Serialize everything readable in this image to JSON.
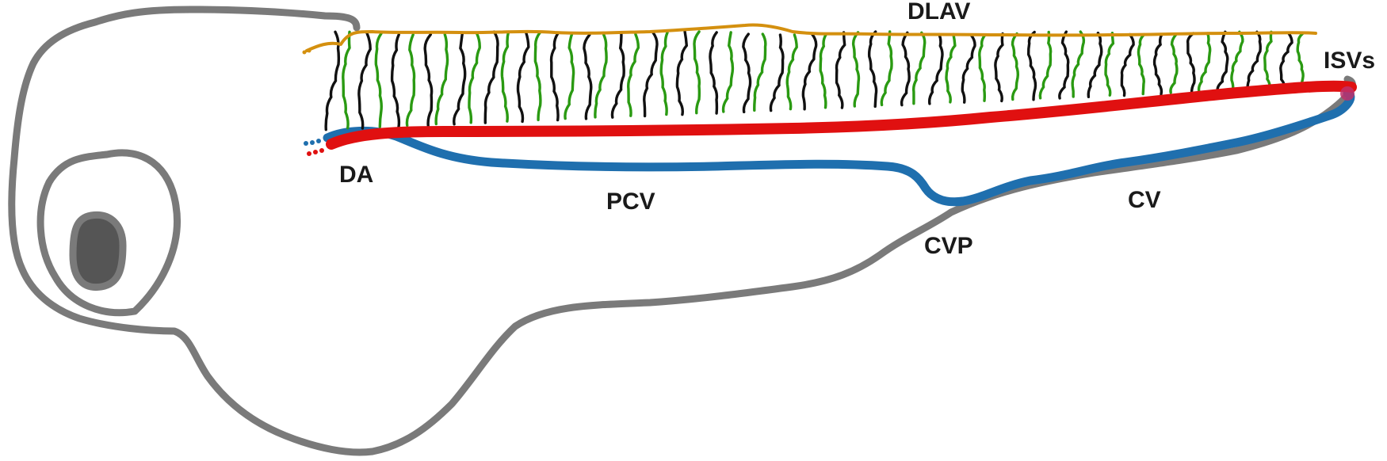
{
  "labels": {
    "dlav": "DLAV",
    "isvs": "ISVs",
    "da": "DA",
    "pcv": "PCV",
    "cv": "CV",
    "cvp": "CVP"
  },
  "colors": {
    "body_outline": "#7a7a7a",
    "eye_pupil": "#555555",
    "dlav": "#d4900f",
    "artery": "#e01010",
    "vein": "#1f6fae",
    "isv_dark": "#111111",
    "isv_green": "#2a9a12",
    "label": "#1a1a1a"
  },
  "isv_count": 31
}
